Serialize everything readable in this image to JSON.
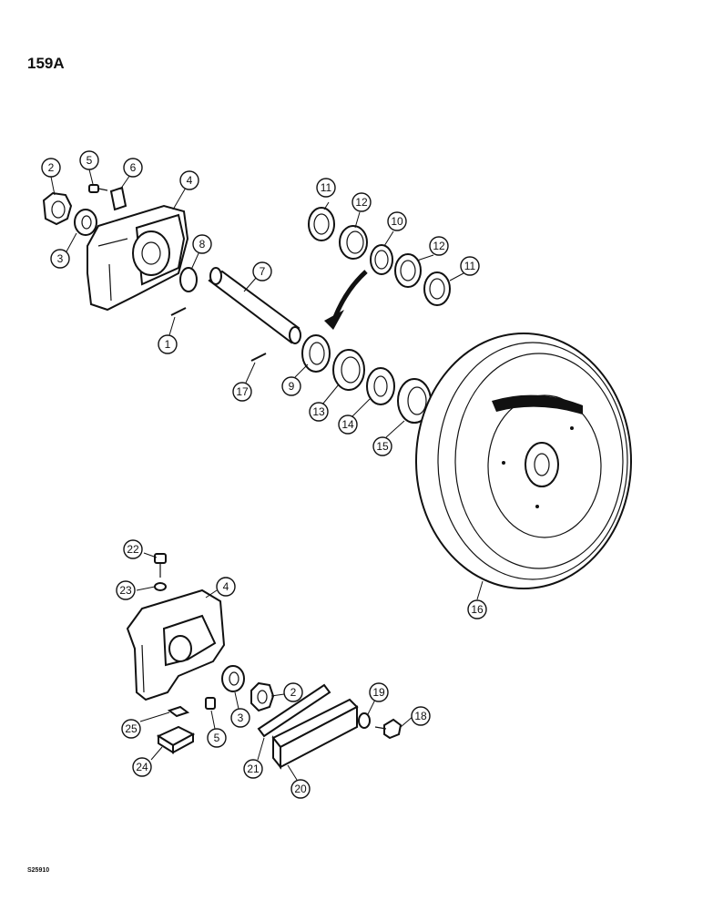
{
  "page_label": "159A",
  "figure_code": "S25910",
  "callouts": [
    {
      "id": "c2a",
      "label": "2"
    },
    {
      "id": "c5a",
      "label": "5"
    },
    {
      "id": "c6",
      "label": "6"
    },
    {
      "id": "c4a",
      "label": "4"
    },
    {
      "id": "c3a",
      "label": "3"
    },
    {
      "id": "c8",
      "label": "8"
    },
    {
      "id": "c7",
      "label": "7"
    },
    {
      "id": "c1",
      "label": "1"
    },
    {
      "id": "c17",
      "label": "17"
    },
    {
      "id": "c9",
      "label": "9"
    },
    {
      "id": "c13",
      "label": "13"
    },
    {
      "id": "c14",
      "label": "14"
    },
    {
      "id": "c15",
      "label": "15"
    },
    {
      "id": "c11a",
      "label": "11"
    },
    {
      "id": "c12a",
      "label": "12"
    },
    {
      "id": "c10",
      "label": "10"
    },
    {
      "id": "c12b",
      "label": "12"
    },
    {
      "id": "c11b",
      "label": "11"
    },
    {
      "id": "c16",
      "label": "16"
    },
    {
      "id": "c22",
      "label": "22"
    },
    {
      "id": "c23",
      "label": "23"
    },
    {
      "id": "c4b",
      "label": "4"
    },
    {
      "id": "c2b",
      "label": "2"
    },
    {
      "id": "c3b",
      "label": "3"
    },
    {
      "id": "c5b",
      "label": "5"
    },
    {
      "id": "c25",
      "label": "25"
    },
    {
      "id": "c24",
      "label": "24"
    },
    {
      "id": "c21",
      "label": "21"
    },
    {
      "id": "c20",
      "label": "20"
    },
    {
      "id": "c19",
      "label": "19"
    },
    {
      "id": "c18",
      "label": "18"
    }
  ]
}
